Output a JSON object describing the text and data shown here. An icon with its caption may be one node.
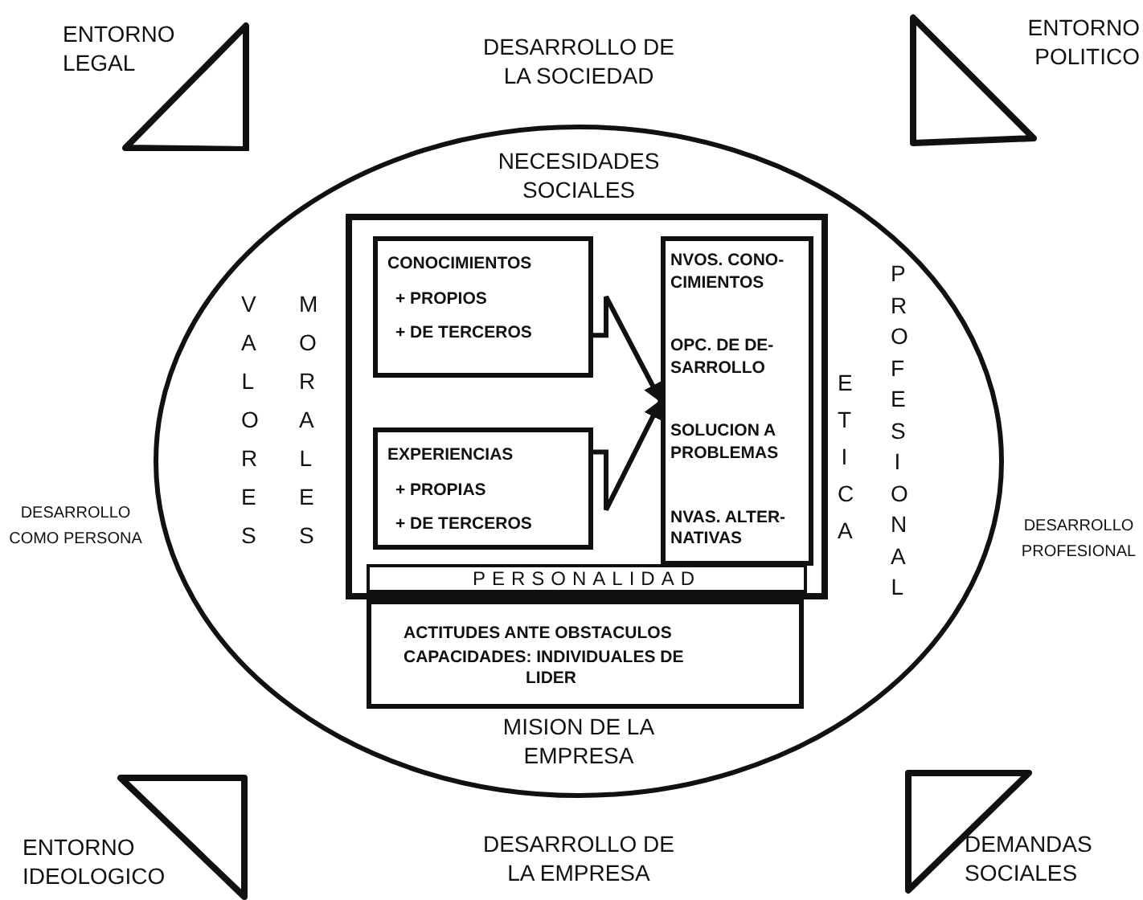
{
  "diagram": {
    "nodes": [
      {
        "text": [
          "NECESIDADES SOCIALES",
          "MISION DE LA EMPRESA",
          "VALORES",
          "MORALES",
          "ETICA",
          "PROFESIONAL"
        ]
      },
      {
        "text": [],
        "shape": "box",
        "in": 0
      },
      {
        "text": [
          "CONOCIMIENTOS",
          "+ PROPIOS",
          "+ DE TERCEROS"
        ],
        "in": 1
      },
      {
        "text": [
          "EXPERIENCIAS",
          "+ PROPIAS",
          "+ DE TERCEROS"
        ],
        "in": 1
      },
      {
        "text": [
          "NVOS. CONO- CIMIENTOS",
          "OPC. DE DE- SARROLLO",
          "SOLUCION A PROBLEMAS",
          "NVAS. ALTER- NATIVAS"
        ],
        "in": 1
      },
      {
        "text": [
          "PERSONALIDAD"
        ],
        "in": 1
      },
      {
        "text": [
          "ACTITUDES ANTE OBSTACULOS",
          "CAPACIDADES: INDIVIDUALES DE LIDER"
        ],
        "in": 0
      },
      {
        "text": [
          "ENTORNO LEGAL"
        ]
      },
      {
        "text": [
          "ENTORNO POLITICO"
        ]
      },
      {
        "text": [
          "ENTORNO IDEOLOGICO"
        ]
      },
      {
        "text": [
          "DEMANDAS SOCIALES"
        ]
      }
    ],
    "edges": [
      {
        "from": 2,
        "to": 4,
        "arrow": "to"
      },
      {
        "from": 3,
        "to": 4,
        "arrow": "to"
      }
    ],
    "labels": [
      "DESARROLLO DE LA SOCIEDAD",
      "DESARROLLO COMO PERSONA",
      "DESARROLLO PROFESIONAL",
      "DESARROLLO DE LA EMPRESA"
    ]
  }
}
